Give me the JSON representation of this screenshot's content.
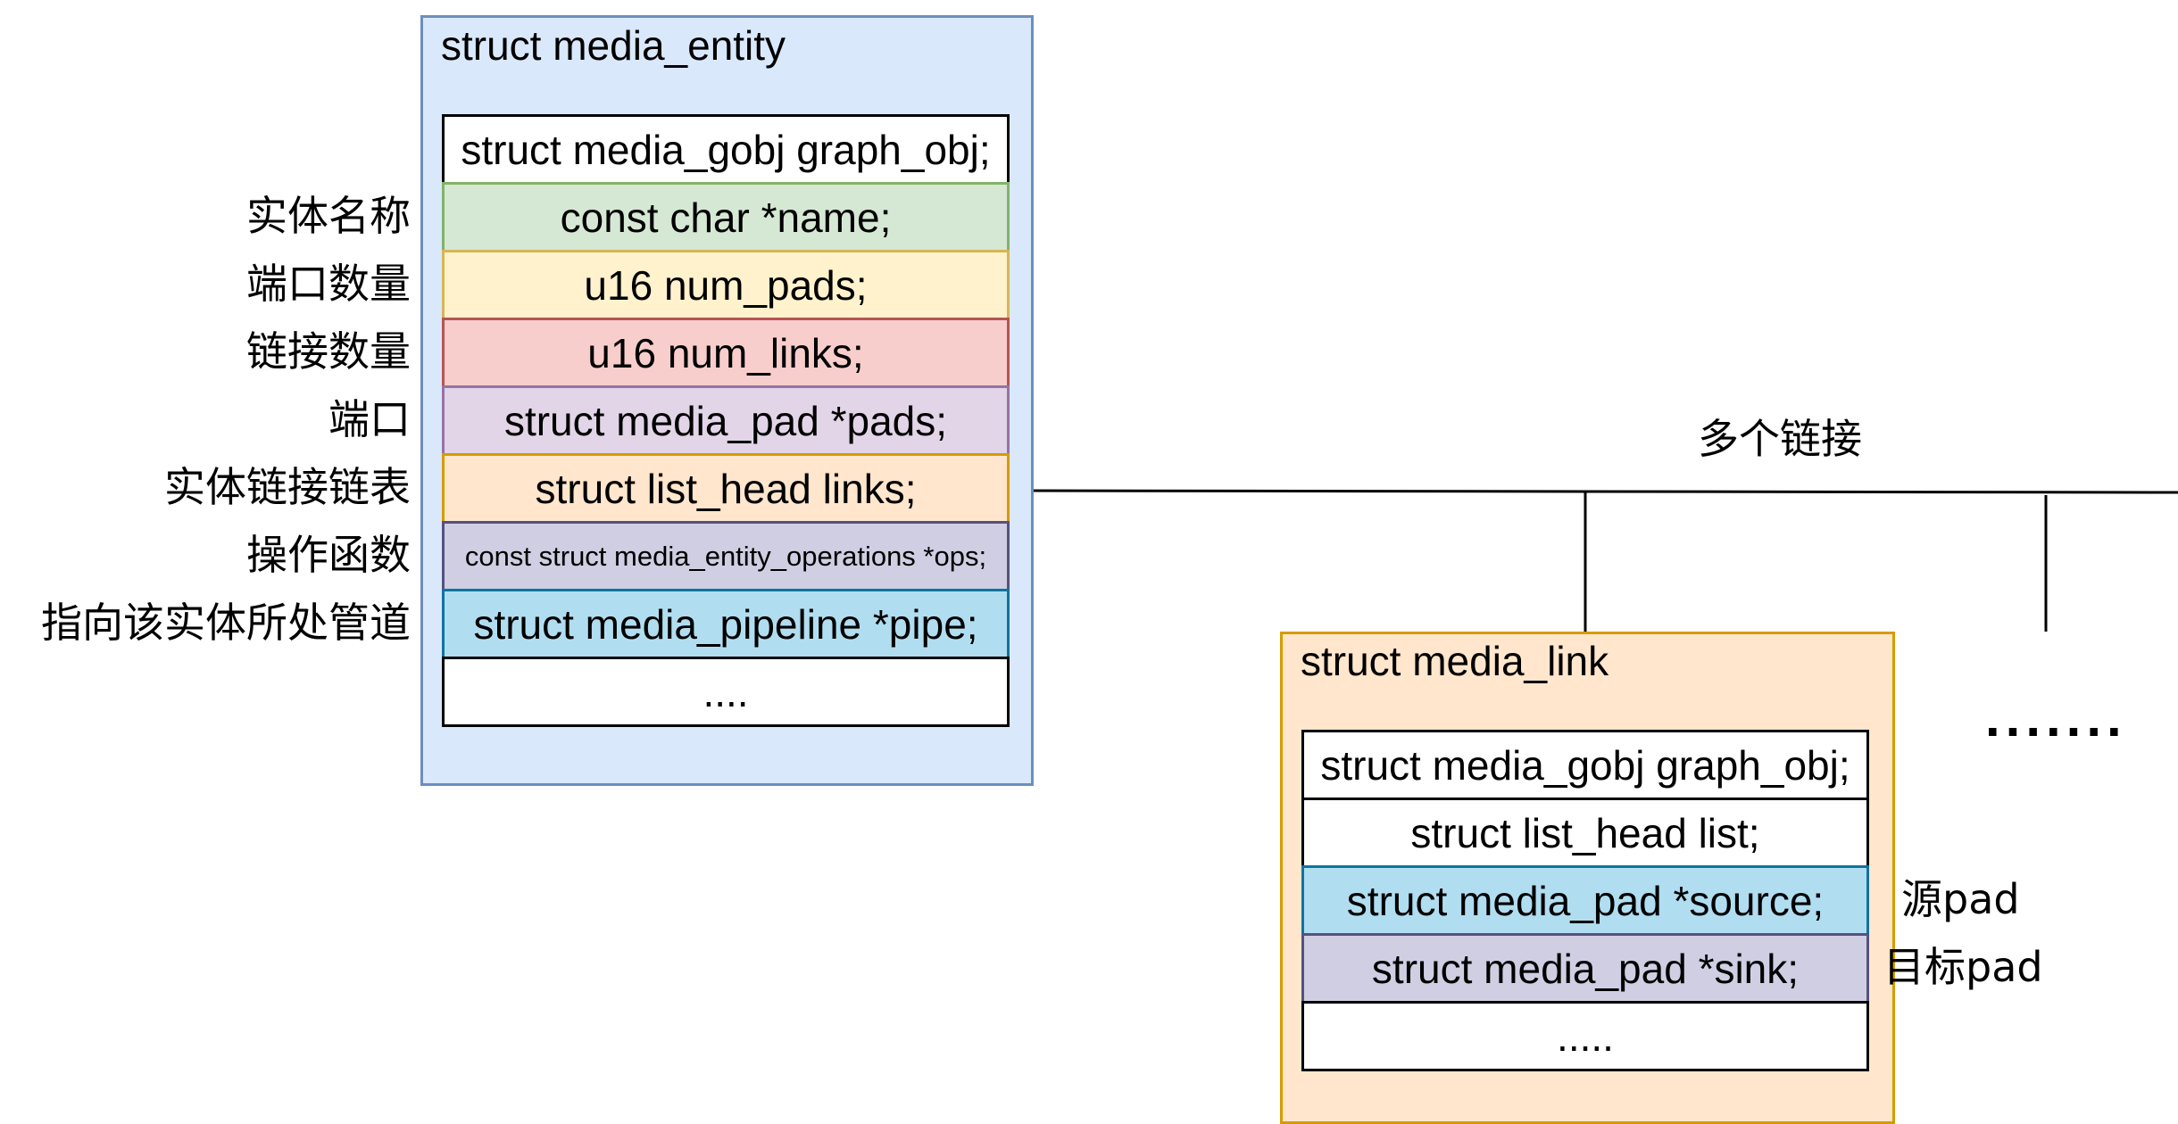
{
  "entity": {
    "title": "struct media_entity",
    "fields": [
      {
        "text": "struct media_gobj graph_obj;",
        "fill": "#ffffff",
        "stroke": "#000000",
        "label": ""
      },
      {
        "text": "const char *name;",
        "fill": "#d5e8d4",
        "stroke": "#82b366",
        "label": "实体名称"
      },
      {
        "text": "u16 num_pads;",
        "fill": "#fff2cc",
        "stroke": "#d6b656",
        "label": "端口数量"
      },
      {
        "text": "u16 num_links;",
        "fill": "#f8cecc",
        "stroke": "#b85450",
        "label": "链接数量"
      },
      {
        "text": "struct media_pad *pads;",
        "fill": "#e1d5e7",
        "stroke": "#9673a6",
        "label": "端口"
      },
      {
        "text": "struct list_head links;",
        "fill": "#ffe6cc",
        "stroke": "#d79b00",
        "label": "实体链接链表"
      },
      {
        "text": "const struct media_entity_operations *ops;",
        "fill": "#d0cee2",
        "stroke": "#56517e",
        "label": "操作函数"
      },
      {
        "text": "struct media_pipeline *pipe;",
        "fill": "#b1ddf0",
        "stroke": "#10739e",
        "label": "指向该实体所处管道"
      },
      {
        "text": "....",
        "fill": "#ffffff",
        "stroke": "#000000",
        "label": ""
      }
    ]
  },
  "link": {
    "title": "struct media_link",
    "fields": [
      {
        "text": "struct media_gobj graph_obj;",
        "fill": "#ffffff",
        "stroke": "#000000",
        "label": ""
      },
      {
        "text": "struct list_head list;",
        "fill": "#ffffff",
        "stroke": "#000000",
        "label": ""
      },
      {
        "text": "struct media_pad *source;",
        "fill": "#b1ddf0",
        "stroke": "#10739e",
        "label": "源pad"
      },
      {
        "text": "struct media_pad *sink;",
        "fill": "#d0cee2",
        "stroke": "#56517e",
        "label": "目标pad"
      },
      {
        "text": ".....",
        "fill": "#ffffff",
        "stroke": "#000000",
        "label": ""
      }
    ]
  },
  "multi_links_label": "多个链接",
  "more_links": ".......",
  "colors": {
    "entity_fill": "#dae8fc",
    "entity_stroke": "#6c8ebf",
    "link_fill": "#ffe6cc",
    "link_stroke": "#d79b00"
  }
}
